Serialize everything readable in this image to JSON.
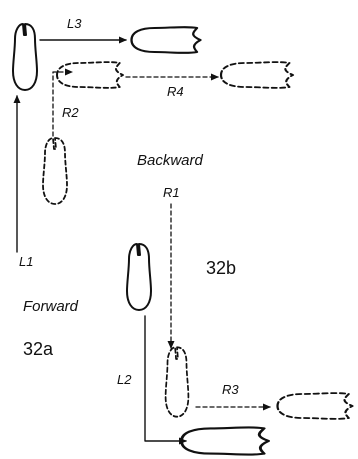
{
  "labels": {
    "l1": "L1",
    "l2": "L2",
    "l3": "L3",
    "r1": "R1",
    "r2": "R2",
    "r3": "R3",
    "r4": "R4",
    "backward": "Backward",
    "forward": "Forward",
    "fig_32a": "32a",
    "fig_32b": "32b"
  },
  "colors": {
    "ink": "#111111",
    "paper": "#ffffff"
  }
}
